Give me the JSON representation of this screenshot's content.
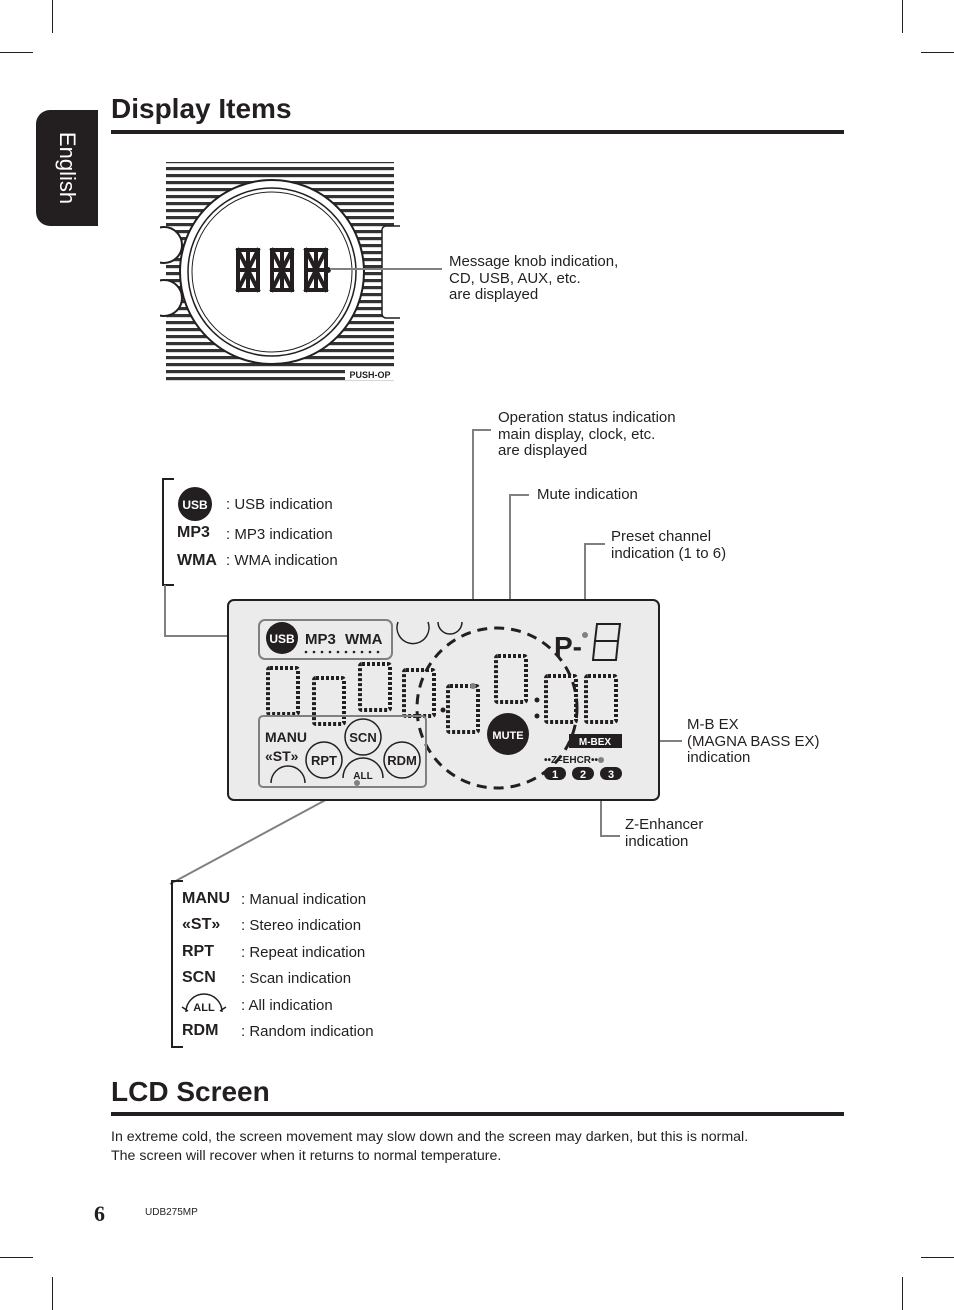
{
  "side_tab": {
    "label": "English"
  },
  "section1": {
    "title": "Display Items"
  },
  "knob_panel": {
    "knob_callout": [
      "Message knob indication,",
      "CD, USB, AUX, etc.",
      "are displayed"
    ],
    "push_label": "PUSH-OP"
  },
  "source_legend": [
    {
      "icon": "USB",
      "text": ": USB indication"
    },
    {
      "icon": "MP3",
      "text": ": MP3 indication"
    },
    {
      "icon": "WMA",
      "text": ": WMA indication"
    }
  ],
  "lcd_callouts": {
    "operation_status": [
      "Operation status indication",
      "main display, clock, etc.",
      "are displayed"
    ],
    "mute": [
      "Mute indication"
    ],
    "preset": [
      "Preset channel",
      "indication (1 to 6)"
    ],
    "mbex": [
      "M-B EX",
      "(MAGNA BASS EX)",
      "indication"
    ],
    "zenhancer": [
      "Z-Enhancer",
      "indication"
    ]
  },
  "lcd": {
    "usb": "USB",
    "mp3": "MP3",
    "wma": "WMA",
    "preset_prefix": "P-",
    "mute": "MUTE",
    "mbex": "M-BEX",
    "zehcr": "••Z–EHCR••",
    "z_levels": [
      "1",
      "2",
      "3"
    ],
    "manu": "MANU",
    "st": "«ST»",
    "scn": "SCN",
    "rpt": "RPT",
    "rdm": "RDM",
    "all": "ALL"
  },
  "mode_legend": [
    {
      "icon": "MANU",
      "text": ": Manual indication"
    },
    {
      "icon": "«ST»",
      "text": ": Stereo indication"
    },
    {
      "icon": "RPT",
      "text": ": Repeat indication"
    },
    {
      "icon": "SCN",
      "text": ": Scan indication"
    },
    {
      "icon": "ALL",
      "text": ": All indication"
    },
    {
      "icon": "RDM",
      "text": ": Random indication"
    }
  ],
  "section2": {
    "title": "LCD Screen",
    "paragraph": [
      "In extreme cold, the screen movement may slow down and the screen may darken, but this is normal.",
      "The screen will recover when it returns to normal temperature."
    ]
  },
  "footer": {
    "page_number": "6",
    "model": "UDB275MP"
  },
  "colors": {
    "ink": "#231f20",
    "leader": "#808080",
    "panel": "#ebebeb"
  }
}
